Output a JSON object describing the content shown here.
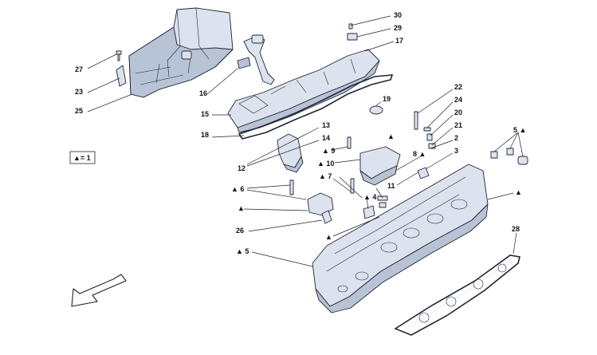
{
  "legend": {
    "text": "▲= 1"
  },
  "colors": {
    "part_fill": "#dde3ee",
    "part_shadow": "#b9c3d6",
    "outline": "#1e2533"
  },
  "callouts": [
    {
      "id": "c30",
      "text": "30"
    },
    {
      "id": "c29",
      "text": "29"
    },
    {
      "id": "c17",
      "text": "17"
    },
    {
      "id": "c27",
      "text": "27"
    },
    {
      "id": "c23",
      "text": "23"
    },
    {
      "id": "c25",
      "text": "25"
    },
    {
      "id": "c16",
      "text": "16"
    },
    {
      "id": "c15",
      "text": "15"
    },
    {
      "id": "c18",
      "text": "18"
    },
    {
      "id": "c19",
      "text": "19"
    },
    {
      "id": "c22",
      "text": "22"
    },
    {
      "id": "c24",
      "text": "24"
    },
    {
      "id": "c20",
      "text": "20"
    },
    {
      "id": "c21",
      "text": "21"
    },
    {
      "id": "c2",
      "text": "2"
    },
    {
      "id": "c3",
      "text": "3"
    },
    {
      "id": "c5a",
      "text": "5 ▲"
    },
    {
      "id": "c13",
      "text": "13"
    },
    {
      "id": "c14",
      "text": "14"
    },
    {
      "id": "c12",
      "text": "12"
    },
    {
      "id": "ctri1",
      "text": "▲"
    },
    {
      "id": "c9",
      "text": "▲ 9"
    },
    {
      "id": "c10",
      "text": "▲ 10"
    },
    {
      "id": "c8",
      "text": "8 ▲"
    },
    {
      "id": "c7",
      "text": "▲ 7"
    },
    {
      "id": "c11",
      "text": "11"
    },
    {
      "id": "c4",
      "text": "▲ 4"
    },
    {
      "id": "c6",
      "text": "▲ 6"
    },
    {
      "id": "ctri2",
      "text": "▲"
    },
    {
      "id": "ctri3",
      "text": "▲"
    },
    {
      "id": "c26",
      "text": "26"
    },
    {
      "id": "ctri4",
      "text": "▲"
    },
    {
      "id": "c28",
      "text": "28"
    },
    {
      "id": "c5b",
      "text": "▲ 5"
    }
  ]
}
